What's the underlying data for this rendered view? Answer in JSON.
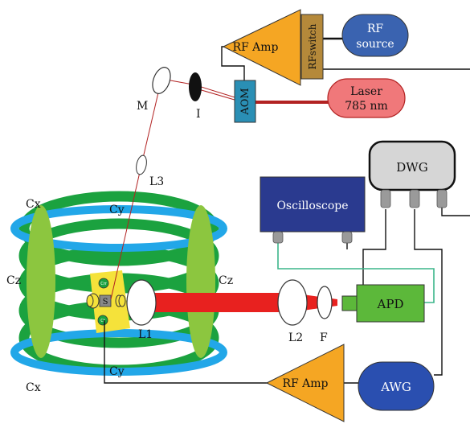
{
  "devices": {
    "rf_amp_top": "RF Amp",
    "rf_switch": "RFswitch",
    "rf_source_line1": "RF",
    "rf_source_line2": "source",
    "aom": "AOM",
    "laser_line1": "Laser",
    "laser_line2": "785 nm",
    "dwg": "DWG",
    "oscilloscope": "Oscilloscope",
    "apd": "APD",
    "rf_amp_bottom": "RF Amp",
    "awg": "AWG"
  },
  "optics": {
    "mirror": "M",
    "iris": "I",
    "lens3": "L3",
    "lens1": "L1",
    "lens2": "L2",
    "filter": "F"
  },
  "coils": {
    "cx_top": "Cx",
    "cx_bottom": "Cx",
    "cy_top": "Cy",
    "cy_bottom": "Cy",
    "cz_left": "Cz",
    "cz_right": "Cz"
  },
  "chip": {
    "crr": "Crr",
    "s": "S",
    "ct": "Ct"
  },
  "colors": {
    "cx_coil": "#22a7e8",
    "cy_coil": "#1ba23f",
    "cz_coil": "#8cc63f",
    "rf_amp": "#f5a623",
    "switch": "#b5893a",
    "rf_source": "#3a63b0",
    "aom": "#2a8fb5",
    "laser": "#f0787a",
    "laser_line": "#b22222",
    "dwg": "#d6d6d6",
    "oscilloscope": "#2a3a8f",
    "apd": "#5cb83a",
    "awg": "#2a4fb0",
    "beam": "#e8211f",
    "chip": "#f5e23a",
    "scope_wire": "#3bb58a"
  },
  "icons": {
    "amp": "triangle-amplifier-icon",
    "lens": "ellipse-lens-icon",
    "iris": "black-ellipse-iris-icon"
  }
}
